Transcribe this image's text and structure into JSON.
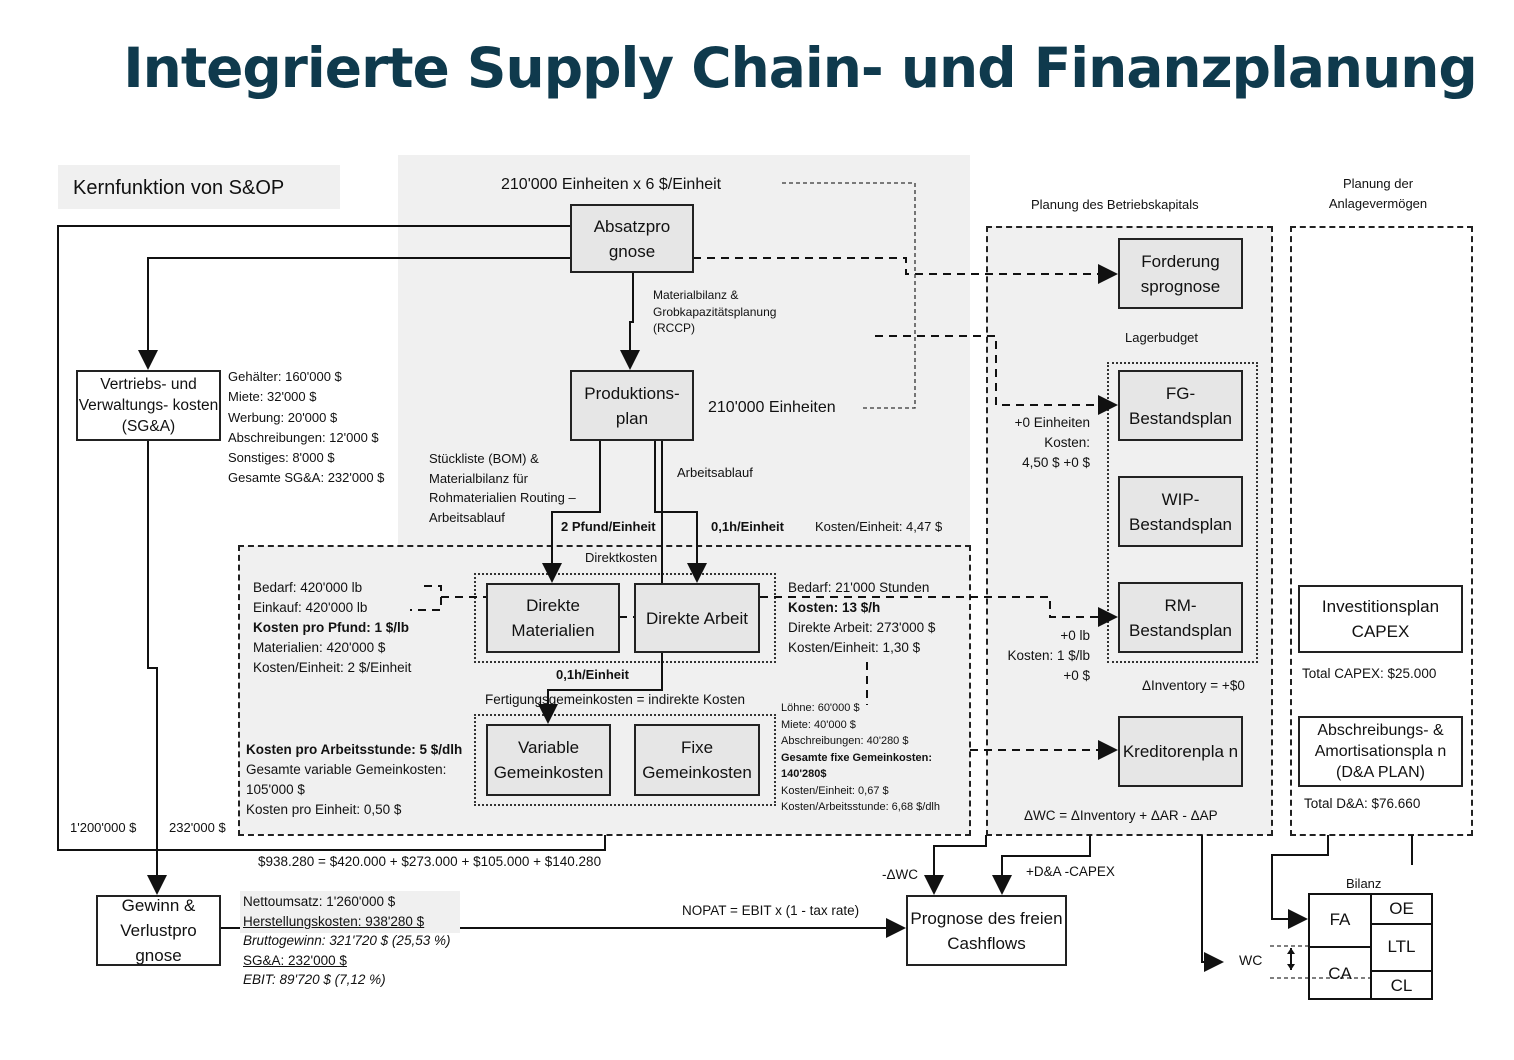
{
  "title": "Integrierte Supply Chain- und Finanzplanung",
  "kernfunktion": "Kernfunktion von S&OP",
  "top_formula": "210'000 Einheiten x 6 $/Einheit",
  "absatz": "Absatzpro gnose",
  "materialbilanz": [
    "Materialbilanz &",
    "Grobkapazitätsplanung",
    "(RCCP)"
  ],
  "produktion": "Produktions- plan",
  "prod_units": "210'000 Einheiten",
  "sga_box": "Vertriebs- und Verwaltungs- kosten (SG&A)",
  "sga_items": [
    "Gehälter: 160'000 $",
    "Miete: 32'000 $",
    "Werbung: 20'000 $",
    "Abschreibungen: 12'000 $",
    "Sonstiges: 8'000 $",
    "Gesamte SG&A: 232'000 $"
  ],
  "bom": [
    "Stückliste (BOM) &",
    "Materialbilanz für",
    "Rohmaterialien Routing –",
    "Arbeitsablauf"
  ],
  "arbeitsablauf": "Arbeitsablauf",
  "pfund_einheit": "2 Pfund/Einheit",
  "h_einheit": "0,1h/Einheit",
  "kosten_einheit": "Kosten/Einheit: 4,47 $",
  "direktkosten": "Direktkosten",
  "dir_mat": "Direkte Materialien",
  "dir_arb": "Direkte Arbeit",
  "mat_items": [
    "Bedarf: 420'000 lb",
    "Einkauf: 420'000 lb",
    "Kosten pro Pfund: 1 $/lb",
    "Materialien: 420'000 $",
    "Kosten/Einheit: 2 $/Einheit"
  ],
  "arb_items": [
    "Bedarf: 21'000 Stunden",
    "Kosten: 13 $/h",
    "Direkte Arbeit: 273'000 $",
    "Kosten/Einheit: 1,30 $"
  ],
  "h_einheit2": "0,1h/Einheit",
  "fgk": "Fertigungsgemeinkosten = indirekte Kosten",
  "var_gk": "Variable Gemeinkosten",
  "fix_gk": "Fixe Gemeinkosten",
  "var_items": [
    "Kosten pro Arbeitsstunde: 5 $/dlh",
    "Gesamte variable Gemeinkosten:",
    "105'000 $",
    "Kosten pro Einheit: 0,50 $"
  ],
  "fix_items": [
    "Löhne: 60'000 $",
    "Miete: 40'000 $",
    "Abschreibungen: 40'280 $",
    "Gesamte fixe Gemeinkosten:",
    "140'280$",
    "Kosten/Einheit: 0,67 $",
    "Kosten/Arbeitsstunde: 6,68 $/dlh"
  ],
  "rev_label": "1'200'000 $",
  "sga_label": "232'000 $",
  "cogs_formula": "$938.280 = $420.000 + $273.000 + $105.000 + $140.280",
  "gewinn": "Gewinn & Verlustpro gnose",
  "pl": [
    "Nettoumsatz: 1'260'000 $",
    "Herstellungskosten: 938'280 $",
    "Bruttogewinn: 321'720 $ (25,53 %)",
    "SG&A: 232'000 $",
    "EBIT: 89'720 $ (7,12 %)"
  ],
  "nopat": "NOPAT = EBIT x (1 - tax rate)",
  "fcf": "Prognose des freien Cashflows",
  "minus_wc": "-ΔWC",
  "da_capex": "+D&A -CAPEX",
  "wc_title": "Planung des Betriebskapitals",
  "forderung": "Forderung sprognose",
  "lagerbudget": "Lagerbudget",
  "fg": "FG- Bestandsplan",
  "wip": "WIP- Bestandsplan",
  "rm": "RM- Bestandsplan",
  "fg_note": [
    "+0 Einheiten",
    "Kosten:",
    "4,50 $ +0 $"
  ],
  "rm_note": [
    "+0 lb",
    "Kosten: 1 $/lb",
    "+0 $"
  ],
  "delta_inv": "ΔInventory = +$0",
  "kreditoren": "Kreditorenpla n",
  "delta_wc": "ΔWC = ΔInventory + ΔAR - ΔAP",
  "fa_title": [
    "Planung der",
    "Anlagevermögen"
  ],
  "capex": "Investitionsplan CAPEX",
  "total_capex": "Total CAPEX: $25.000",
  "da_plan": "Abschreibungs- & Amortisationspla n (D&A PLAN)",
  "total_da": "Total D&A: $76.660",
  "bilanz": {
    "title": "Bilanz",
    "fa": "FA",
    "ca": "CA",
    "oe": "OE",
    "ltl": "LTL",
    "cl": "CL",
    "wc": "WC"
  }
}
